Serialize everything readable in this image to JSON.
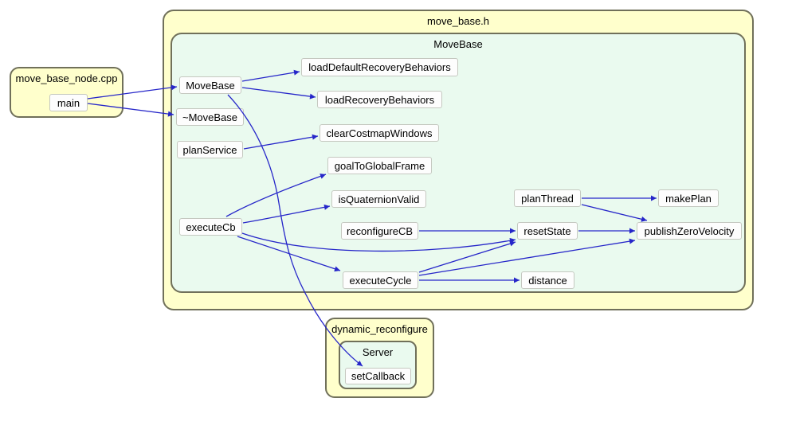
{
  "diagram": {
    "clusters": {
      "file_node": {
        "title": "move_base_node.cpp"
      },
      "file_header": {
        "title": "move_base.h"
      },
      "class_movebase": {
        "title": "MoveBase"
      },
      "pkg_dynamic_reconfigure": {
        "title": "dynamic_reconfigure"
      },
      "class_server": {
        "title": "Server"
      }
    },
    "nodes": {
      "main": "main",
      "MoveBase": "MoveBase",
      "MoveBase_dtor": "~MoveBase",
      "planService": "planService",
      "executeCb": "executeCb",
      "loadDefaultRecoveryBehaviors": "loadDefaultRecoveryBehaviors",
      "loadRecoveryBehaviors": "loadRecoveryBehaviors",
      "clearCostmapWindows": "clearCostmapWindows",
      "goalToGlobalFrame": "goalToGlobalFrame",
      "isQuaternionValid": "isQuaternionValid",
      "reconfigureCB": "reconfigureCB",
      "executeCycle": "executeCycle",
      "planThread": "planThread",
      "makePlan": "makePlan",
      "resetState": "resetState",
      "publishZeroVelocity": "publishZeroVelocity",
      "distance": "distance",
      "setCallback": "setCallback"
    },
    "edges": [
      {
        "from": "main",
        "to": "MoveBase"
      },
      {
        "from": "main",
        "to": "~MoveBase"
      },
      {
        "from": "MoveBase",
        "to": "loadDefaultRecoveryBehaviors"
      },
      {
        "from": "MoveBase",
        "to": "loadRecoveryBehaviors"
      },
      {
        "from": "MoveBase",
        "to": "setCallback"
      },
      {
        "from": "planService",
        "to": "clearCostmapWindows"
      },
      {
        "from": "executeCb",
        "to": "goalToGlobalFrame"
      },
      {
        "from": "executeCb",
        "to": "isQuaternionValid"
      },
      {
        "from": "executeCb",
        "to": "executeCycle"
      },
      {
        "from": "executeCb",
        "to": "resetState"
      },
      {
        "from": "reconfigureCB",
        "to": "resetState"
      },
      {
        "from": "executeCycle",
        "to": "resetState"
      },
      {
        "from": "executeCycle",
        "to": "publishZeroVelocity"
      },
      {
        "from": "executeCycle",
        "to": "distance"
      },
      {
        "from": "planThread",
        "to": "makePlan"
      },
      {
        "from": "planThread",
        "to": "publishZeroVelocity"
      },
      {
        "from": "resetState",
        "to": "publishZeroVelocity"
      }
    ],
    "colors": {
      "cluster_fill_yellow": "#ffffcc",
      "cluster_fill_green": "#eafaef",
      "cluster_border": "#70705a",
      "node_fill": "#fdfdfd",
      "node_border": "#c5c8c0",
      "edge": "#2626c9",
      "text": "#000000"
    }
  }
}
